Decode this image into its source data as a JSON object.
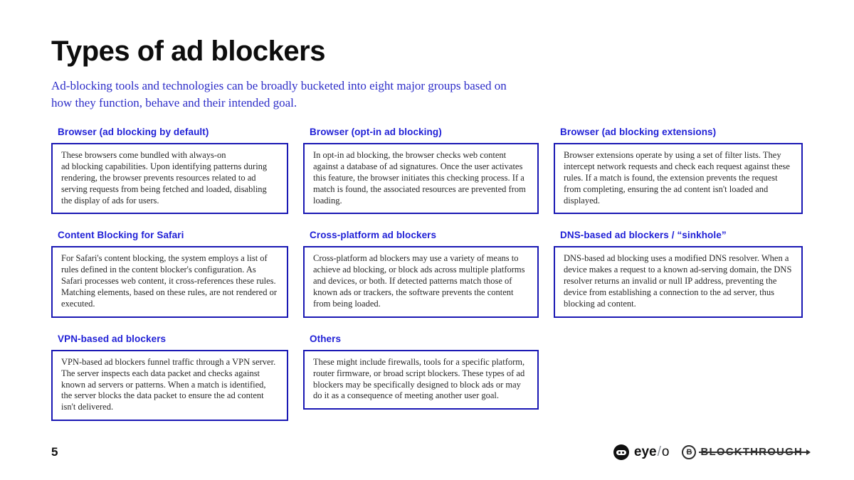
{
  "page": {
    "title": "Types of ad blockers",
    "subtitle": "Ad-blocking tools and technologies can be broadly bucketed into eight major groups based on\nhow they function, behave and their intended goal.",
    "page_number": "5"
  },
  "colors": {
    "heading_blue": "#1f1fd6",
    "border_blue": "#1a18b4",
    "subtitle_blue": "#2d2dc8",
    "body_text": "#262626"
  },
  "cards": [
    {
      "title": "Browser (ad blocking by default)",
      "body": "These browsers come bundled with always-on\nad blocking capabilities. Upon identifying patterns during rendering, the browser prevents resources related to ad serving requests from being fetched and loaded, disabling the display of ads for users."
    },
    {
      "title": "Browser (opt-in ad blocking)",
      "body": "In opt-in ad blocking, the browser checks web content against a database of ad signatures. Once the user activates this feature, the browser initiates this checking process. If a match is found, the associated resources are prevented from loading."
    },
    {
      "title": "Browser (ad blocking extensions)",
      "body": "Browser extensions operate by using a set of filter lists. They intercept network requests and check each request against these rules. If a match is found, the extension prevents the request from completing, ensuring the ad content isn't loaded and displayed."
    },
    {
      "title": "Content Blocking for Safari",
      "body": "For Safari's content blocking, the system employs a list of rules defined in the content blocker's configuration. As Safari processes web content, it cross-references these rules. Matching elements, based on these rules, are not rendered or executed."
    },
    {
      "title": "Cross-platform ad blockers",
      "body": "Cross-platform ad blockers may use a variety of means to achieve ad blocking, or block ads across multiple platforms and devices, or both. If detected patterns match those of known ads or trackers, the software prevents the content from being loaded."
    },
    {
      "title": "DNS-based ad blockers / “sinkhole”",
      "body": "DNS-based ad blocking uses a modified DNS resolver. When a device makes a request to a known ad-serving domain, the DNS resolver returns an invalid or null IP address, preventing the device from establishing a connection to the ad server, thus blocking ad content."
    },
    {
      "title": "VPN-based ad blockers",
      "body": "VPN-based ad blockers funnel traffic through a VPN server. The server inspects each data packet and checks against known ad servers or patterns. When a match is identified, the server blocks the data packet to ensure the ad content isn't delivered."
    },
    {
      "title": "Others",
      "body": "These might include firewalls, tools for a specific platform, router firmware, or broad script blockers. These types of ad blockers may be specifically designed to block ads or may do it as a consequence of meeting another user goal."
    }
  ],
  "footer": {
    "eyeo_bold": "eye",
    "eyeo_slash": "/",
    "eyeo_o": "o",
    "blockthrough_badge": "B",
    "blockthrough_name": "BLOCKTHROUGH"
  }
}
